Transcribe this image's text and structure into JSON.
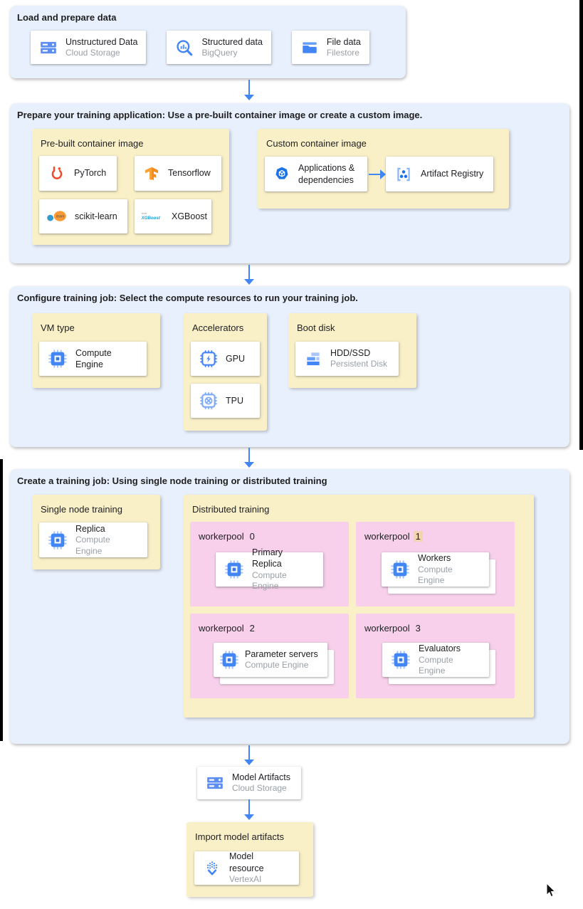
{
  "colors": {
    "section_bg": "#e8f0fd",
    "panel_bg": "#faf0c8",
    "pool_bg": "#f8d0eb",
    "arrow_blue": "#4285f4",
    "card_title": "#202124",
    "card_subtitle": "#9aa0a6",
    "highlight_peach": "#f2d5ae"
  },
  "load": {
    "title": "Load and prepare data",
    "cards": [
      {
        "icon": "cloud-storage-icon",
        "title": "Unstructured Data",
        "subtitle": "Cloud Storage"
      },
      {
        "icon": "bigquery-icon",
        "title": "Structured data",
        "subtitle": "BigQuery"
      },
      {
        "icon": "filestore-icon",
        "title": "File data",
        "subtitle": "Filestore"
      }
    ]
  },
  "prepare": {
    "title": "Prepare your training application: Use a pre-built container image or create a custom image.",
    "prebuilt": {
      "title": "Pre-built container image",
      "cards": [
        {
          "icon": "pytorch-icon",
          "title": "PyTorch"
        },
        {
          "icon": "tensorflow-icon",
          "title": "Tensorflow"
        },
        {
          "icon": "scikit-learn-icon",
          "title": "scikit-learn"
        },
        {
          "icon": "xgboost-icon",
          "title": "XGBoost"
        }
      ]
    },
    "custom": {
      "title": "Custom container image",
      "source_card": {
        "icon": "applications-icon",
        "title": "Applications & dependencies"
      },
      "target_card": {
        "icon": "artifact-registry-icon",
        "title": "Artifact Registry"
      }
    }
  },
  "configure": {
    "title": "Configure training job: Select the compute resources to run your training job.",
    "vm_type": {
      "title": "VM type",
      "card": {
        "icon": "compute-engine-icon",
        "title": "Compute Engine"
      }
    },
    "accelerators": {
      "title": "Accelerators",
      "cards": [
        {
          "icon": "gpu-icon",
          "title": "GPU"
        },
        {
          "icon": "tpu-icon",
          "title": "TPU"
        }
      ]
    },
    "boot_disk": {
      "title": "Boot disk",
      "card": {
        "icon": "persistent-disk-icon",
        "title": "HDD/SSD",
        "subtitle": "Persistent Disk"
      }
    }
  },
  "create": {
    "title": "Create a training job: Using single node training or distributed training",
    "single": {
      "title": "Single node training",
      "card": {
        "title": "Replica",
        "subtitle": "Compute Engine"
      }
    },
    "distributed": {
      "title": "Distributed training",
      "pools": [
        {
          "label": "workerpool",
          "number": "0",
          "number_highlighted": false,
          "stacked": false,
          "card": {
            "title": "Primary Replica",
            "subtitle": "Compute Engine"
          }
        },
        {
          "label": "workerpool",
          "number": "1",
          "number_highlighted": true,
          "stacked": true,
          "card": {
            "title": "Workers",
            "subtitle": "Compute Engine"
          }
        },
        {
          "label": "workerpool",
          "number": "2",
          "number_highlighted": false,
          "stacked": true,
          "card": {
            "title": "Parameter servers",
            "subtitle": "Compute Engine"
          }
        },
        {
          "label": "workerpool",
          "number": "3",
          "number_highlighted": false,
          "stacked": true,
          "card": {
            "title": "Evaluators",
            "subtitle": "Compute Engine"
          }
        }
      ]
    }
  },
  "output_flow": {
    "model_artifacts": {
      "icon": "cloud-storage-icon",
      "title": "Model Artifacts",
      "subtitle": "Cloud Storage"
    },
    "import_box": {
      "title": "Import model artifacts",
      "card": {
        "icon": "vertex-ai-icon",
        "title": "Model resource",
        "subtitle": "VertexAI"
      }
    }
  }
}
